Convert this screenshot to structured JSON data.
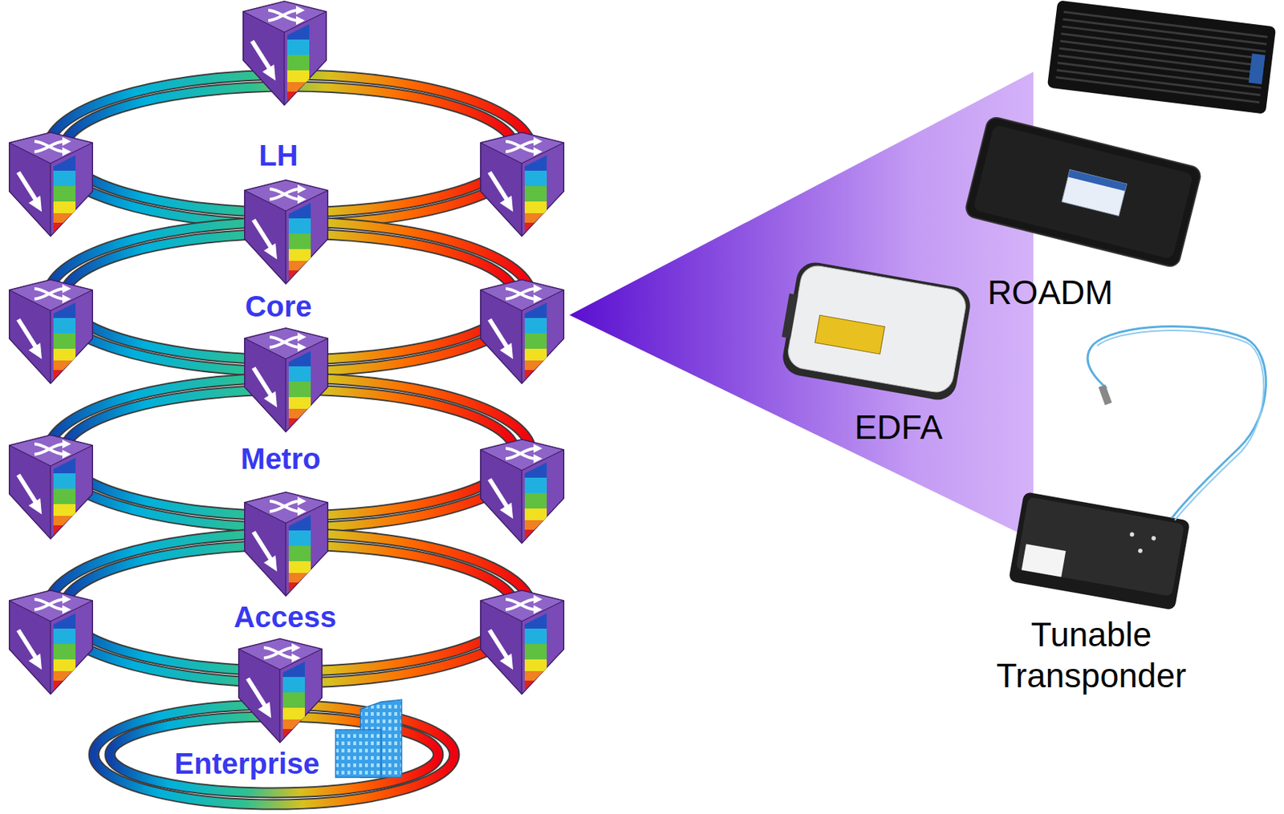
{
  "diagram": {
    "nodes": [
      {
        "text": [
          "LH"
        ]
      },
      {
        "text": [
          "Core"
        ]
      },
      {
        "text": [
          "Metro"
        ]
      },
      {
        "text": [
          "Access"
        ]
      },
      {
        "text": [
          "Enterprise"
        ]
      }
    ],
    "labels": [
      "ROADM",
      "EDFA",
      "Tunable Transponder"
    ]
  }
}
